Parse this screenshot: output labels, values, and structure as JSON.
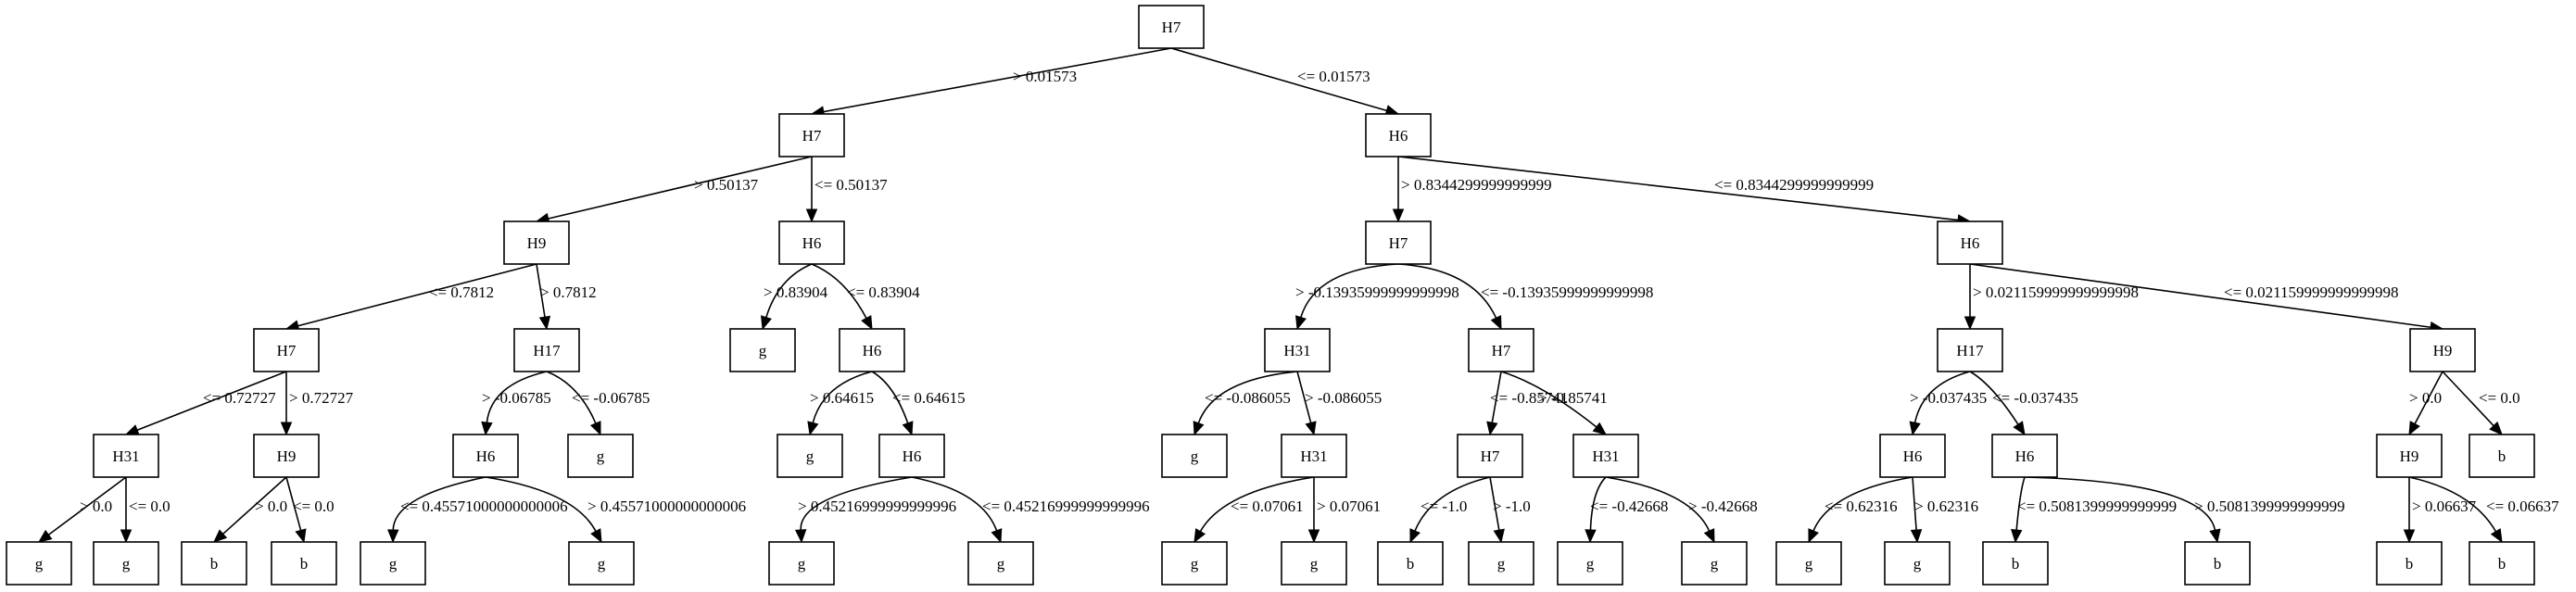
{
  "tree": {
    "nodes": {
      "n0": "H7",
      "n1": "H7",
      "n2": "H6",
      "n3": "H9",
      "n4": "H6",
      "n5": "H7",
      "n6": "H6",
      "n7": "H7",
      "n8": "H17",
      "n9": "g",
      "n10": "H6",
      "n11": "H31",
      "n12": "H7",
      "n13": "H17",
      "n14": "H9",
      "n15": "H31",
      "n16": "H9",
      "n17": "H6",
      "n18": "g",
      "n19": "g",
      "n20": "H6",
      "n21": "g",
      "n22": "H31",
      "n23": "H7",
      "n24": "H31",
      "n25": "H6",
      "n26": "H6",
      "n27": "H9",
      "n28": "b",
      "n29": "g",
      "n30": "g",
      "n31": "b",
      "n32": "b",
      "n33": "g",
      "n34": "g",
      "n35": "g",
      "n36": "g",
      "n37": "g",
      "n38": "g",
      "n39": "b",
      "n40": "g",
      "n41": "g",
      "n42": "g",
      "n43": "g",
      "n44": "g",
      "n45": "b",
      "n46": "b",
      "n47": "b",
      "n48": "b"
    },
    "edges": {
      "e0_1": "> 0.01573",
      "e0_2": "<= 0.01573",
      "e1_3": "> 0.50137",
      "e1_4": "<= 0.50137",
      "e2_5": "> 0.8344299999999999",
      "e2_6": "<= 0.8344299999999999",
      "e3_7": "<= 0.7812",
      "e3_8": "> 0.7812",
      "e4_9": "> 0.83904",
      "e4_10": "<= 0.83904",
      "e5_11": "> -0.13935999999999998",
      "e5_12": "<= -0.13935999999999998",
      "e6_13": "> 0.021159999999999998",
      "e6_14": "<= 0.021159999999999998",
      "e7_15": "<= 0.72727",
      "e7_16": "> 0.72727",
      "e8_17": "> -0.06785",
      "e8_18": "<= -0.06785",
      "e10_19": "> 0.64615",
      "e10_20": "<= 0.64615",
      "e11_21": "<= -0.086055",
      "e11_22": "> -0.086055",
      "e12_23": "<= -0.85741",
      "e12_24": "> -0.85741",
      "e13_25": "> -0.037435",
      "e13_26": "<= -0.037435",
      "e14_27": "> 0.0",
      "e14_28": "<= 0.0",
      "e15_29": "> 0.0",
      "e15_30": "<= 0.0",
      "e16_31": "> 0.0",
      "e16_32": "<= 0.0",
      "e17_33": "<= 0.45571000000000006",
      "e17_34": "> 0.45571000000000006",
      "e20_35": "> 0.45216999999999996",
      "e20_36": "<= 0.45216999999999996",
      "e22_37": "<= 0.07061",
      "e22_38": "> 0.07061",
      "e23_39": "<= -1.0",
      "e23_40": "> -1.0",
      "e24_41": "<= -0.42668",
      "e24_42": "> -0.42668",
      "e25_43": "<= 0.62316",
      "e25_44": "> 0.62316",
      "e26_45": "<= 0.5081399999999999",
      "e26_46": "> 0.5081399999999999",
      "e27_47": "> 0.06637",
      "e27_48": "<= 0.06637"
    }
  }
}
